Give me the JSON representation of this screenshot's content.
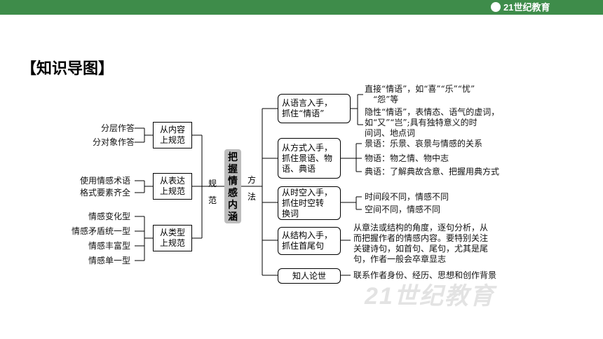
{
  "header": {
    "logo_text": "21世纪教育"
  },
  "slide": {
    "title": "【知识导图】"
  },
  "center": {
    "label": "把握情感内涵"
  },
  "left_branch_label": [
    "规",
    "范"
  ],
  "right_branch_label": [
    "方",
    "法"
  ],
  "left_groups": [
    {
      "box": [
        "从内容",
        "上规范"
      ],
      "items": [
        "分层作答",
        "分对象作答"
      ]
    },
    {
      "box": [
        "从表达",
        "上规范"
      ],
      "items": [
        "使用情感术语",
        "格式要素齐全"
      ]
    },
    {
      "box": [
        "从类型",
        "上规范"
      ],
      "items": [
        "情感变化型",
        "情感矛盾统一型",
        "情感丰富型",
        "情感单一型"
      ]
    }
  ],
  "right_groups": [
    {
      "box": [
        "从语言入手，",
        "抓住“情语”"
      ],
      "details": [
        [
          "直接“情语”，如“喜”“乐”“忧”",
          "“怨”等"
        ],
        [
          "隐性“情语”，表情态、语气的虚词，",
          "如“又”“岂”;具有独特意义的时",
          "间词、地点词"
        ]
      ]
    },
    {
      "box": [
        "从方式入手，",
        "抓住景语、物",
        "语、典语"
      ],
      "details": [
        [
          "景语：乐景、哀景与情感的关系"
        ],
        [
          "物语：物之情、物中志"
        ],
        [
          "典语：了解典故含意、把握用典方式"
        ]
      ]
    },
    {
      "box": [
        "从时空入手，",
        "抓住时空转",
        "换词"
      ],
      "details": [
        [
          "时间段不同，情感不同"
        ],
        [
          "空间不同，情感不同"
        ]
      ]
    },
    {
      "box": [
        "从结构入手，",
        "抓住首尾句"
      ],
      "details": [
        [
          "从章法或结构的角度，逐句分析，从",
          "而把握作者的情感内容。要特别关注",
          "关键诗句，如首句、尾句，尤其是尾",
          "句，作者一般会卒章显志"
        ]
      ]
    },
    {
      "box": [
        "知人论世"
      ],
      "details": [
        [
          "联系作者身份、经历、思想和创作背景"
        ]
      ]
    }
  ],
  "watermark": "21世纪教育"
}
